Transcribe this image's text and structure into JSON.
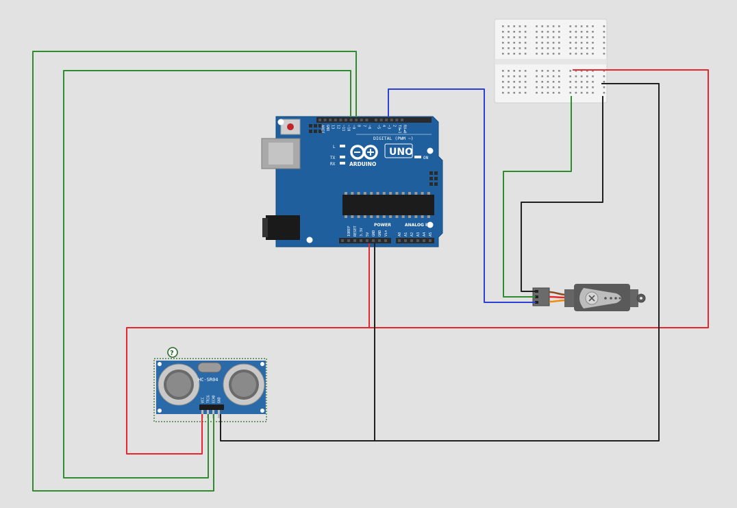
{
  "colors": {
    "background": "#e2e2e2",
    "wire_red": "#e8262b",
    "wire_black": "#1f1f1f",
    "wire_green": "#2e8b2e",
    "wire_blue": "#2a3fd6",
    "board_blue": "#1f5f9e",
    "sensor_blue": "#2a6aa8"
  },
  "arduino": {
    "brand": "ARDUINO",
    "model": "UNO",
    "digital_header": "DIGITAL (PWM ~)",
    "power_header": "POWER",
    "analog_header": "ANALOG IN",
    "on_label": "ON",
    "l_label": "L",
    "tx_label": "TX",
    "rx_label": "RX",
    "digital_pins": [
      "AREF",
      "GND",
      "13",
      "12",
      "~11",
      "~10",
      "~9",
      "8",
      "7",
      "~6",
      "~5",
      "4",
      "~3",
      "2",
      "TX►1",
      "RX◄0"
    ],
    "power_pins": [
      "IOREF",
      "RESET",
      "3.3V",
      "5V",
      "GND",
      "GND",
      "Vin"
    ],
    "analog_pins": [
      "A0",
      "A1",
      "A2",
      "A3",
      "A4",
      "A5"
    ]
  },
  "sensor": {
    "model": "HC-SR04",
    "pins": [
      "VCC",
      "TRIG",
      "ECHO",
      "GND"
    ],
    "help_icon": "?"
  },
  "breadboard": {
    "icon": "breadboard-icon"
  },
  "servo": {
    "icon": "servo-icon"
  }
}
